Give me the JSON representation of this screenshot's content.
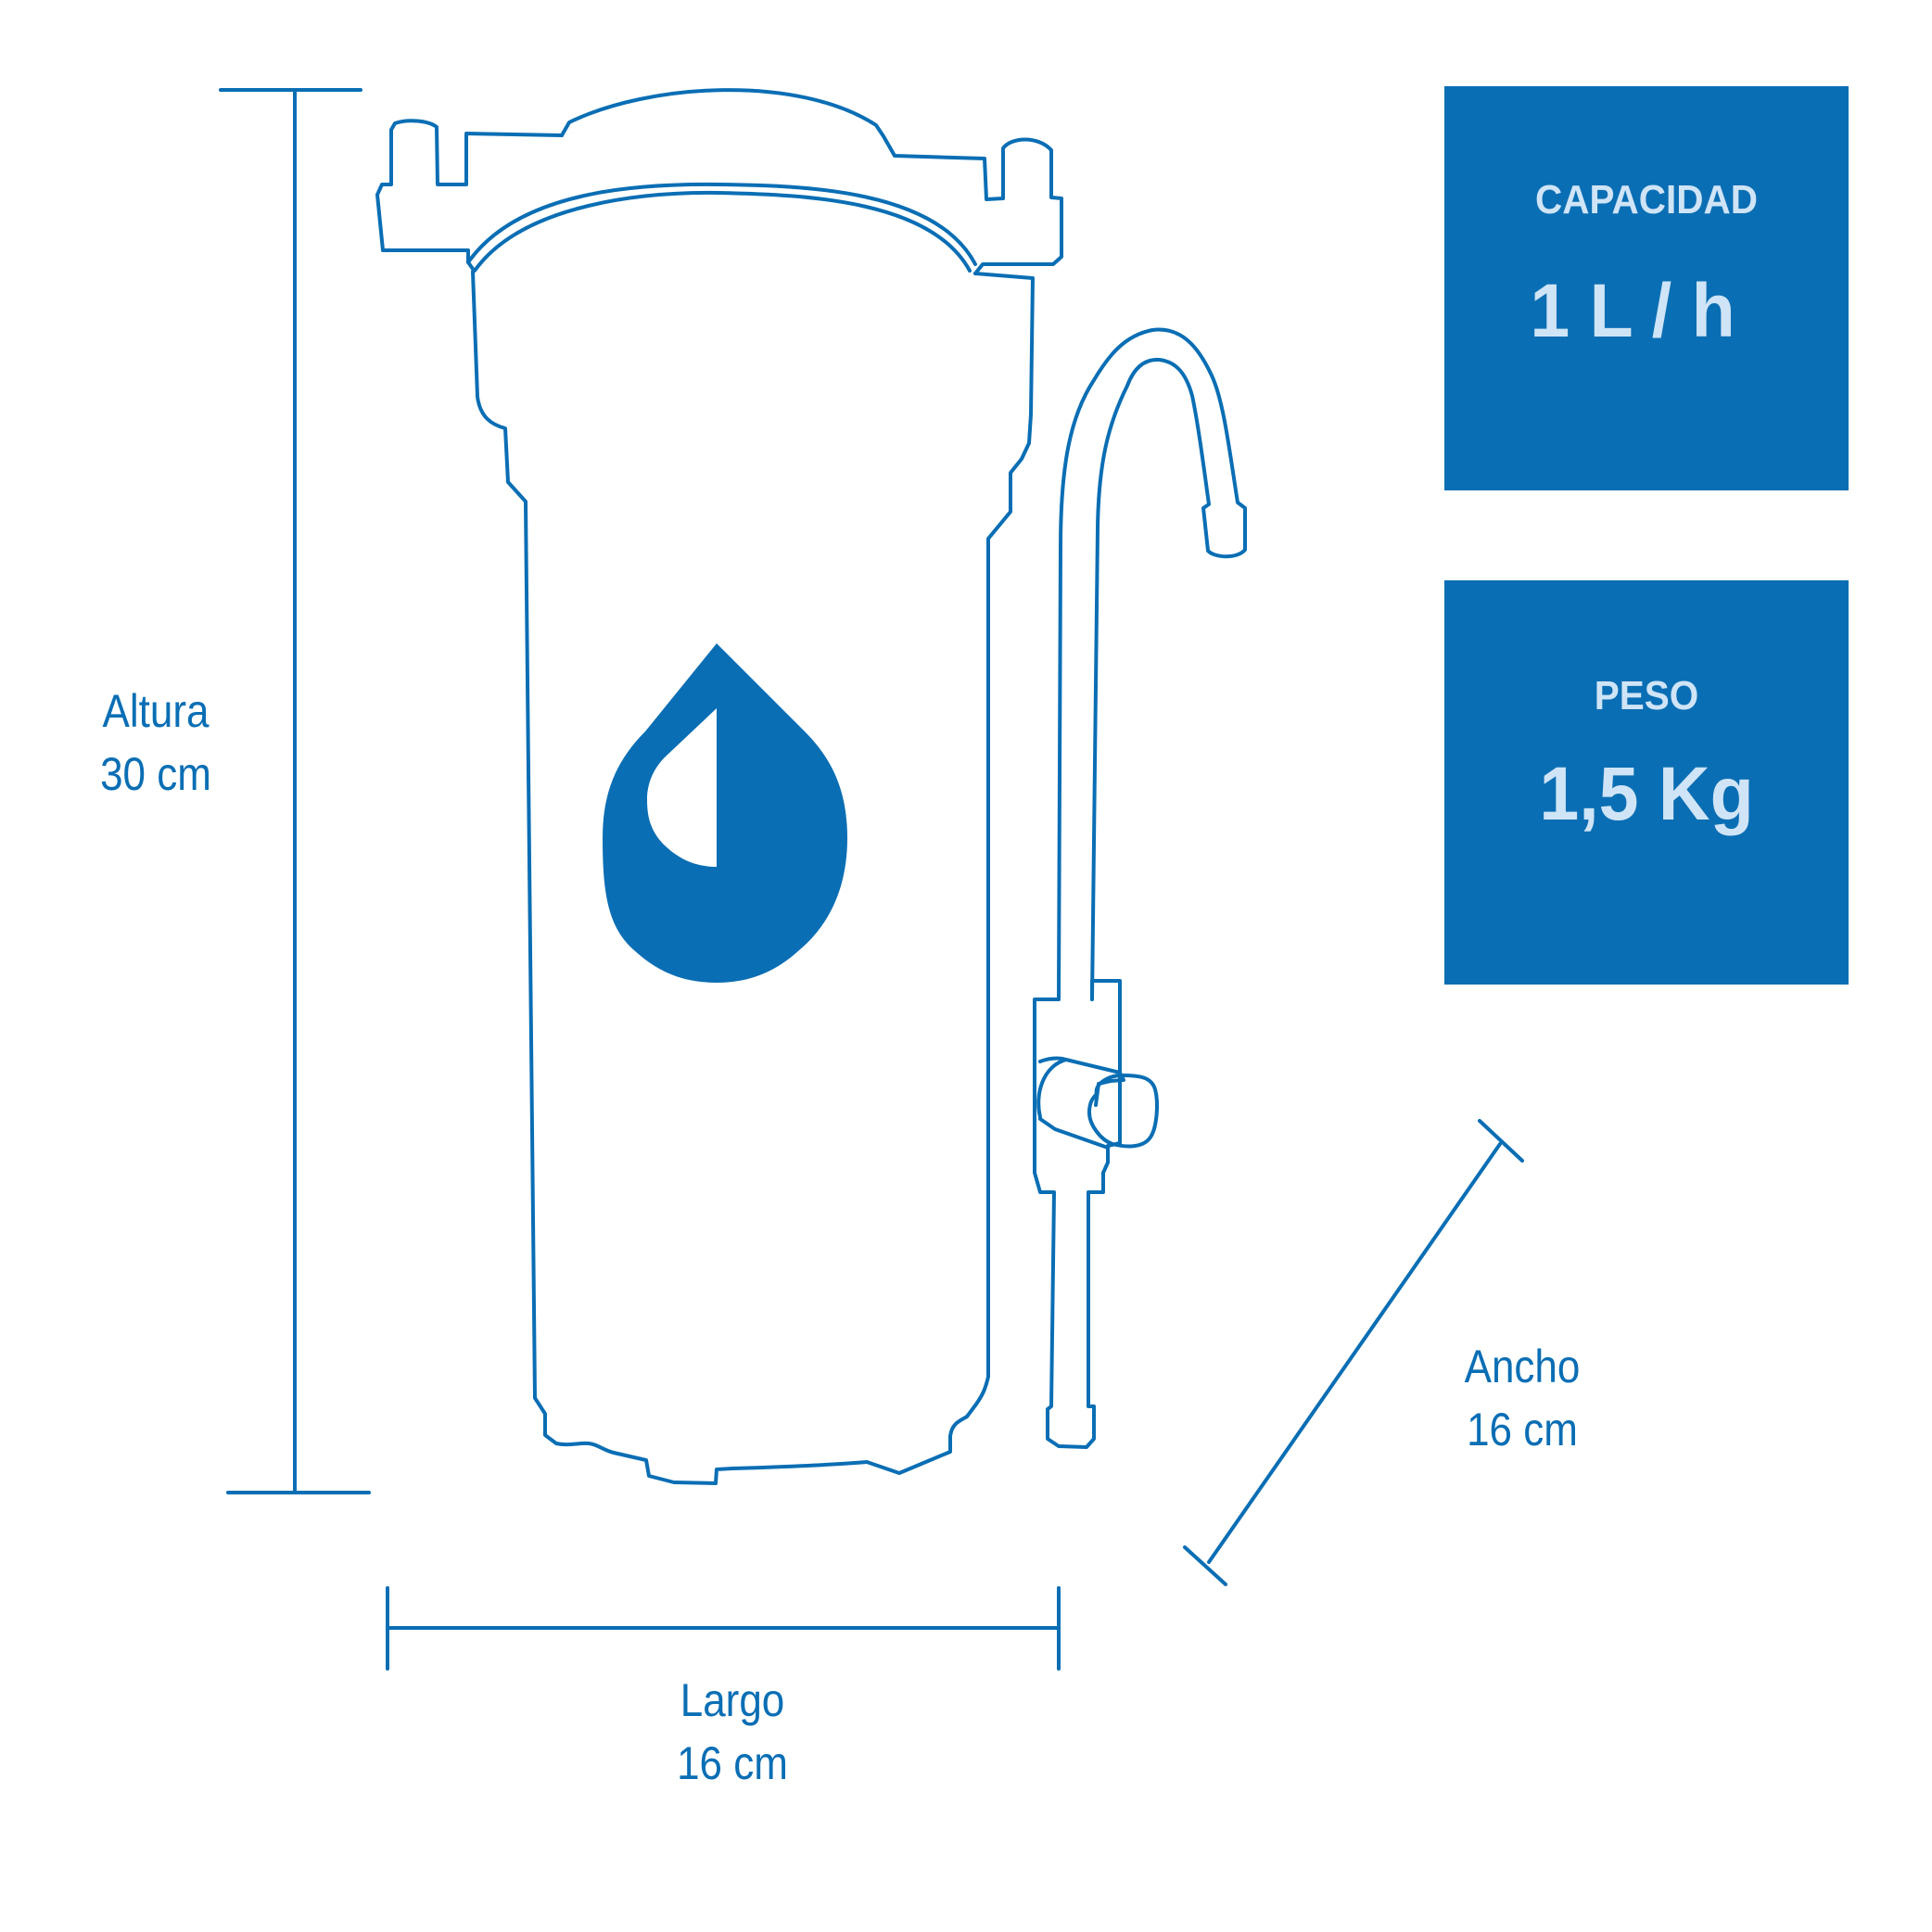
{
  "dimensions": {
    "height": {
      "label": "Altura",
      "value": "30 cm"
    },
    "length": {
      "label": "Largo",
      "value": "16 cm"
    },
    "width": {
      "label": "Ancho",
      "value": "16 cm"
    }
  },
  "specs": [
    {
      "label": "CAPACIDAD",
      "value": "1 L / h"
    },
    {
      "label": "PESO",
      "value": "1,5 Kg"
    }
  ],
  "colors": {
    "brand_blue": "#0a6eb4",
    "card_text": "#cfe4f6",
    "background": "#ffffff"
  },
  "icons": [
    "water-drop-icon"
  ]
}
